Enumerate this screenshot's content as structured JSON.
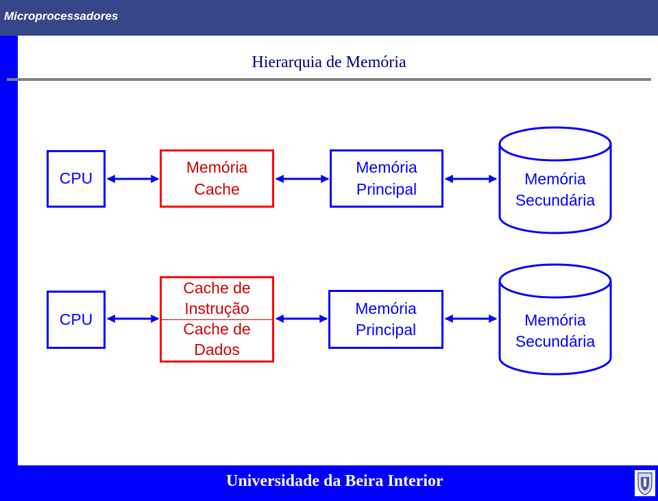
{
  "header": {
    "app_title": "Microprocessadores"
  },
  "slide": {
    "title": "Hierarquia de Memória"
  },
  "diagram_top": {
    "cpu": "CPU",
    "cache_line1": "Memória",
    "cache_line2": "Cache",
    "main_line1": "Memória",
    "main_line2": "Principal",
    "secondary_line1": "Memória",
    "secondary_line2": "Secundária"
  },
  "diagram_bottom": {
    "cpu": "CPU",
    "icache_line1": "Cache de",
    "icache_line2": "Instrução",
    "dcache_line1": "Cache de",
    "dcache_line2": "Dados",
    "main_line1": "Memória",
    "main_line2": "Principal",
    "secondary_line1": "Memória",
    "secondary_line2": "Secundária"
  },
  "footer": {
    "institution": "Universidade da Beira Interior"
  },
  "colors": {
    "header_bg": "#364789",
    "sidebar": "#0000ff",
    "box_blue": "#0000ff",
    "box_red": "#ff0000",
    "title_text": "#000080"
  }
}
